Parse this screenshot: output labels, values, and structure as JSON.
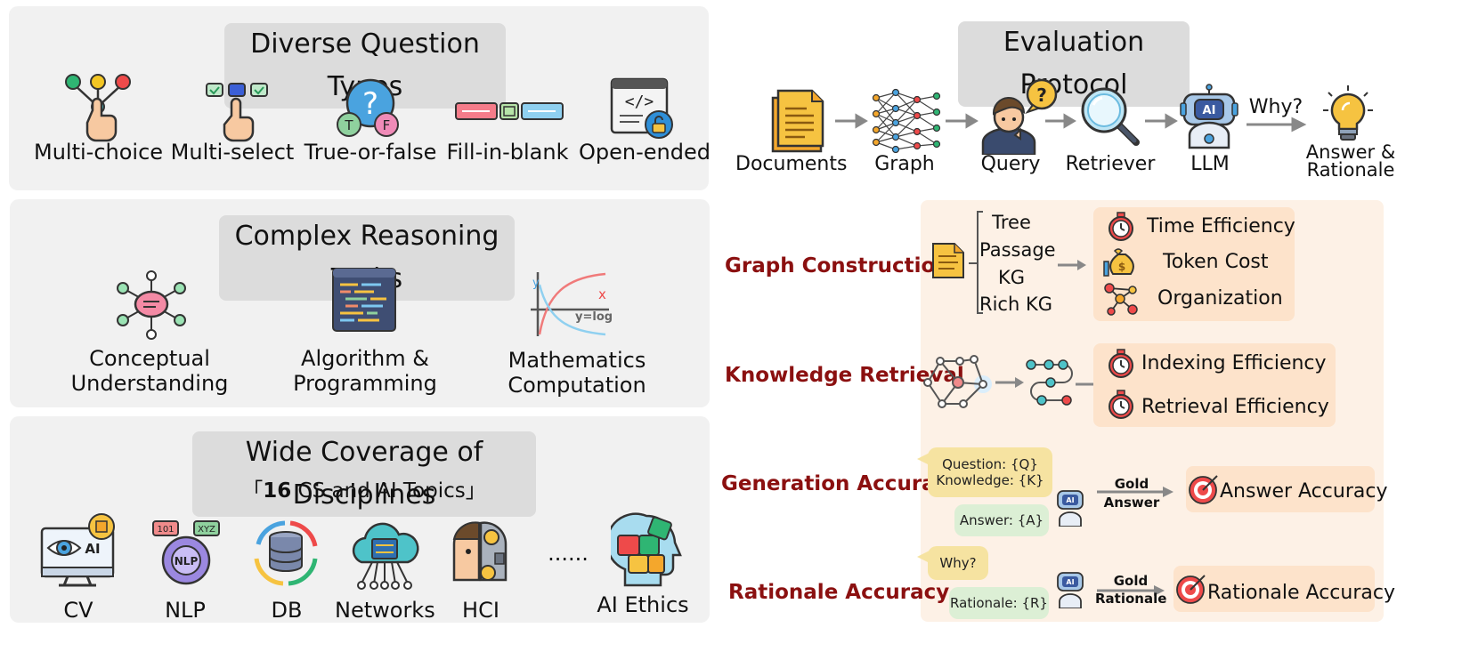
{
  "question_types": {
    "title": "Diverse Question Types",
    "items": [
      "Multi-choice",
      "Multi-select",
      "True-or-false",
      "Fill-in-blank",
      "Open-ended"
    ]
  },
  "reasoning": {
    "title": "Complex Reasoning Tasks",
    "items": [
      {
        "line1": "Conceptual",
        "line2": "Understanding"
      },
      {
        "line1": "Algorithm &",
        "line2": "Programming"
      },
      {
        "line1": "Mathematics",
        "line2": "Computation"
      }
    ],
    "math_icon_text": "y=log",
    "math_axis_y": "y",
    "math_axis_x": "x"
  },
  "disciplines": {
    "title": "Wide Coverage of Disciplines",
    "subtitle_open": "「",
    "subtitle_num": "16",
    "subtitle_rest": " CS and AI Topics」",
    "items": [
      "CV",
      "NLP",
      "DB",
      "Networks",
      "HCI"
    ],
    "ellipsis": "......",
    "last": "AI Ethics",
    "cv_icon_text": "AI",
    "nlp_icon_text": "NLP",
    "nlp_tag_left": "101",
    "nlp_tag_right": "XYZ"
  },
  "protocol": {
    "title": "Evaluation Protocol",
    "pipeline": [
      "Documents",
      "Graph",
      "Query",
      "Retriever",
      "LLM"
    ],
    "why": "Why?",
    "answer_line1": "Answer &",
    "answer_line2": "Rationale",
    "llm_icon_text": "AI",
    "query_icon_text": "?"
  },
  "graph_construction": {
    "label": "Graph Construction",
    "types": [
      "Tree",
      "Passage",
      "KG",
      "Rich KG"
    ],
    "metrics": [
      "Time Efficiency",
      "Token Cost",
      "Organization"
    ]
  },
  "knowledge_retrieval": {
    "label": "Knowledge Retrieval",
    "metrics": [
      "Indexing Efficiency",
      "Retrieval Efficiency"
    ]
  },
  "generation_accuracy": {
    "label": "Generation Accuracy",
    "q_line1": "Question: {Q}",
    "q_line2": "Knowledge: {K}",
    "answer_bubble": "Answer: {A}",
    "gold_line1": "Gold",
    "gold_line2": "Answer",
    "metric": "Answer Accuracy",
    "robot_text": "AI"
  },
  "rationale_accuracy": {
    "label": "Rationale Accuracy",
    "why_bubble": "Why?",
    "rationale_bubble": "Rationale: {R}",
    "gold_line1": "Gold",
    "gold_line2": "Rationale",
    "metric": "Rationale Accuracy",
    "robot_text": "AI"
  },
  "colors": {
    "panel_bg": "#f1f1f1",
    "title_bg": "#dcdcdc",
    "accent_red": "#8b1010",
    "peach_bg": "#fdf1e6",
    "metric_bg": "#fde3cb",
    "bubble_yellow": "#f6e3a1",
    "bubble_green": "#dcefd5"
  },
  "icons": [
    "hand-tap-icon",
    "hand-select-icon",
    "question-tf-icon",
    "blank-fields-icon",
    "code-window-icon",
    "mind-map-icon",
    "code-editor-icon",
    "math-graph-icon",
    "monitor-eye-icon",
    "nlp-gear-icon",
    "database-icon",
    "cloud-network-icon",
    "human-robot-icon",
    "puzzle-head-icon",
    "document-icon",
    "neural-graph-icon",
    "user-query-icon",
    "magnifier-icon",
    "robot-icon",
    "lightbulb-icon",
    "stopwatch-icon",
    "money-bag-icon",
    "network-nodes-icon",
    "target-icon"
  ]
}
